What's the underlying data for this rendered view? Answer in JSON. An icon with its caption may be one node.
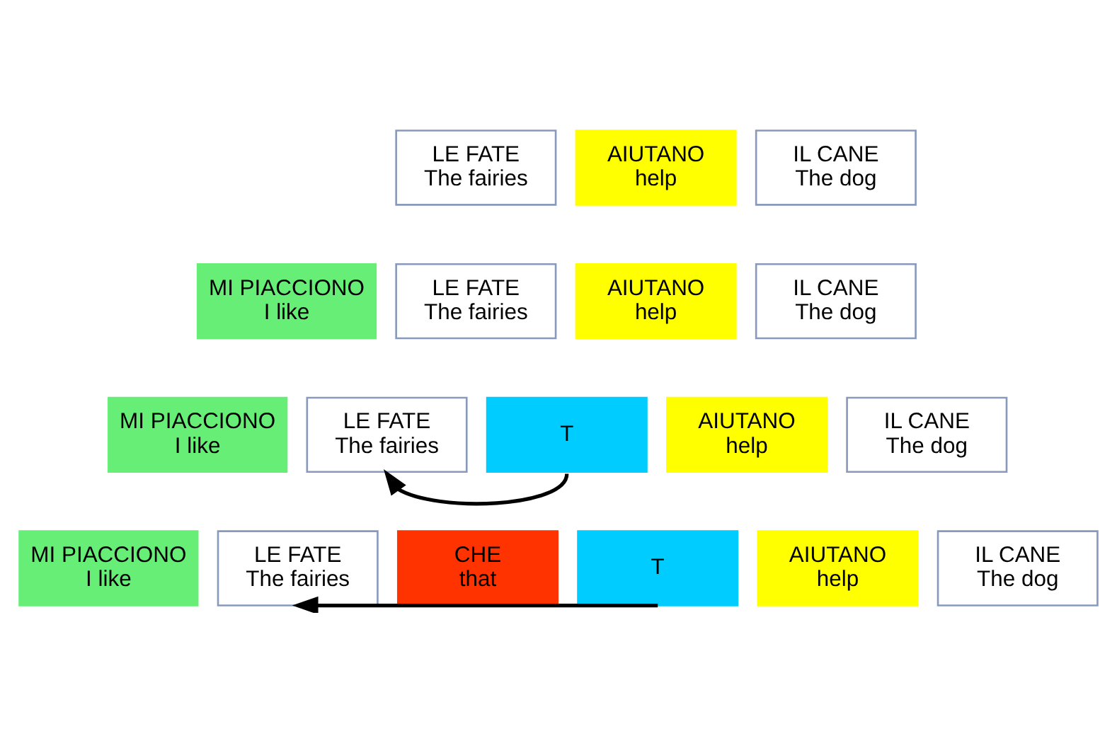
{
  "diagram": {
    "nodes": [
      {
        "text": [
          "LE FATE",
          "The fairies"
        ]
      },
      {
        "text": [
          "AIUTANO",
          "help"
        ]
      },
      {
        "text": [
          "IL CANE",
          "The dog"
        ]
      },
      {
        "text": [
          "MI PIACCIONO",
          "I like"
        ]
      },
      {
        "text": [
          "LE FATE",
          "The fairies"
        ]
      },
      {
        "text": [
          "AIUTANO",
          "help"
        ]
      },
      {
        "text": [
          "IL CANE",
          "The dog"
        ]
      },
      {
        "text": [
          "MI PIACCIONO",
          "I like"
        ]
      },
      {
        "text": [
          "LE FATE",
          "The fairies"
        ]
      },
      {
        "text": [
          "T"
        ]
      },
      {
        "text": [
          "AIUTANO",
          "help"
        ]
      },
      {
        "text": [
          "IL CANE",
          "The dog"
        ]
      },
      {
        "text": [
          "MI PIACCIONO",
          "I like"
        ]
      },
      {
        "text": [
          "LE FATE",
          "The fairies"
        ]
      },
      {
        "text": [
          "CHE",
          "that"
        ]
      },
      {
        "text": [
          "T"
        ]
      },
      {
        "text": [
          "AIUTANO",
          "help"
        ]
      },
      {
        "text": [
          "IL CANE",
          "The dog"
        ]
      }
    ],
    "edges": [
      {
        "from": 9,
        "to": 8,
        "arrow": "to"
      },
      {
        "from": 15,
        "to": 13,
        "arrow": "to"
      }
    ]
  }
}
